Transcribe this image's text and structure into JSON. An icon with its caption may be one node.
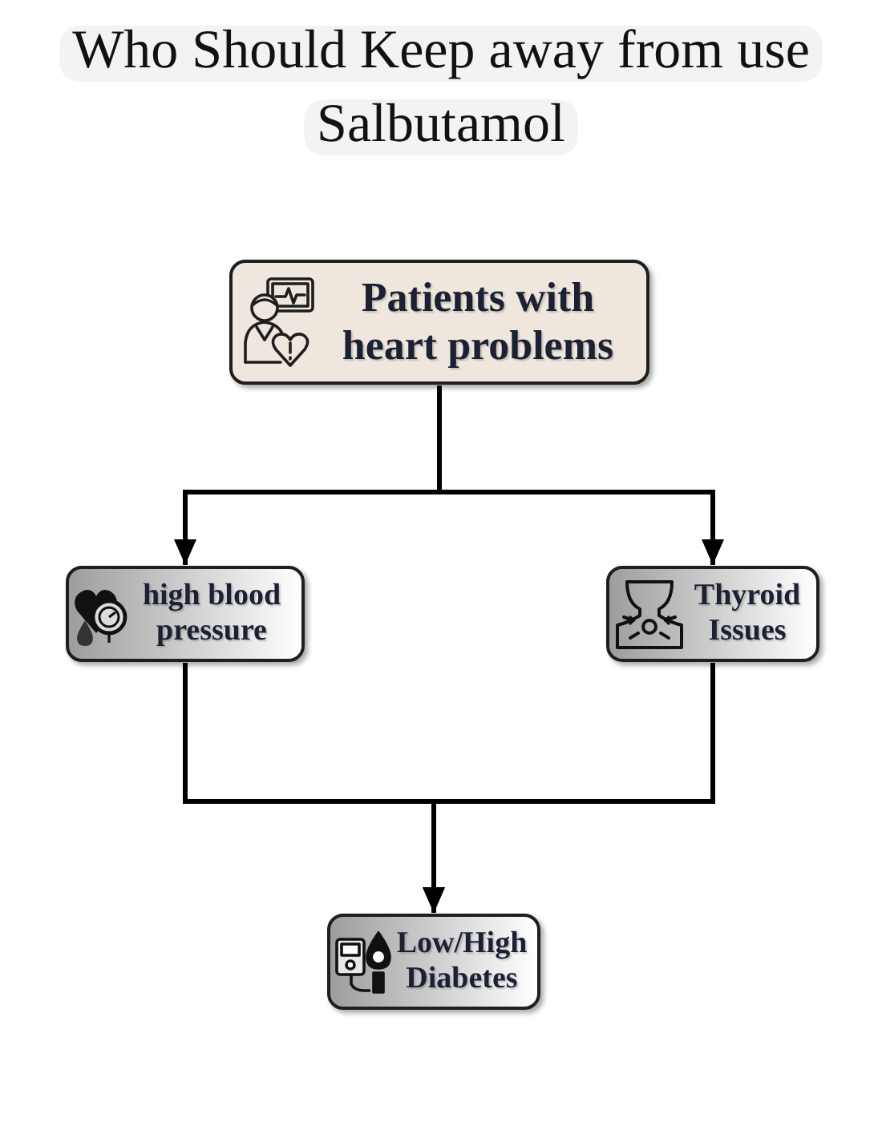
{
  "diagram": {
    "title": "Who Should Keep away from use Salbutamol",
    "nodes": [
      {
        "text": [
          "Patients with heart problems"
        ]
      },
      {
        "text": [
          "high blood pressure"
        ]
      },
      {
        "text": [
          "Thyroid Issues"
        ]
      },
      {
        "text": [
          "Low/High Diabetes"
        ]
      }
    ],
    "edges": [
      {
        "from": 0,
        "to": 1,
        "arrow": "to"
      },
      {
        "from": 0,
        "to": 2,
        "arrow": "to"
      },
      {
        "from": 1,
        "to": 3,
        "arrow": "to"
      },
      {
        "from": 2,
        "to": 3,
        "arrow": "to"
      }
    ]
  }
}
